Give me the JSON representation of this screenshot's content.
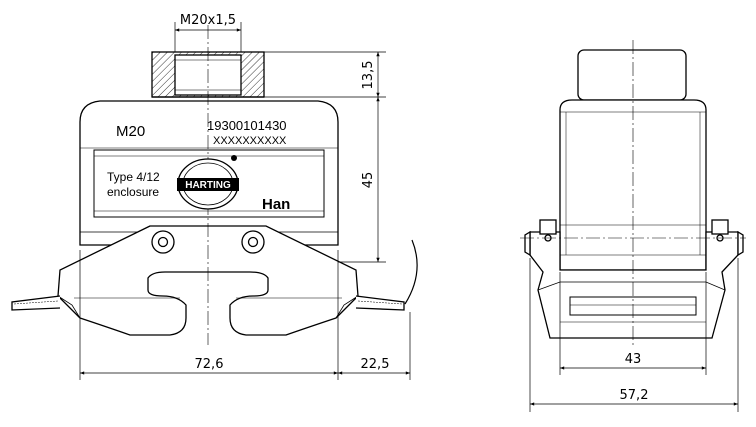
{
  "dimensions": {
    "thread": "M20x1,5",
    "top_height": "13,5",
    "body_height": "45",
    "front_width": "72,6",
    "lever_width": "22,5",
    "side_inner_width": "43",
    "side_outer_width": "57,2"
  },
  "labels": {
    "thread_size": "M20",
    "part_number": "19300101430",
    "part_code": "XXXXXXXXXX",
    "type_line1": "Type 4/12",
    "type_line2": "enclosure",
    "logo": "HARTING",
    "brand": "Han"
  }
}
